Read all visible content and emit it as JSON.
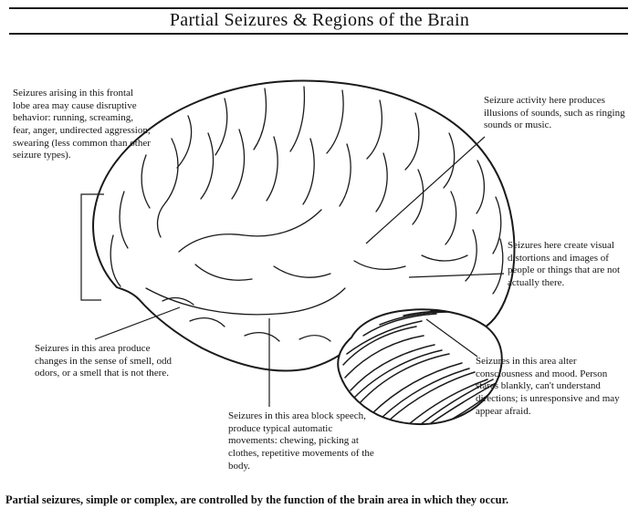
{
  "title": "Partial Seizures & Regions of the Brain",
  "annotations": {
    "frontal": "Seizures arising in this frontal lobe area may cause disruptive behavior: running, screaming, fear, anger, undirected aggression, swearing (less common than other seizure types).",
    "auditory": "Seizure activity here produces illusions of sounds, such as ringing sounds or music.",
    "visual": "Seizures here create visual distortions and images of people or things that are not actually there.",
    "smell": "Seizures in this area produce changes in the sense of smell, odd odors, or a smell that is not there.",
    "speech": "Seizures in this area block speech, produce typical automatic movements: chewing, picking at clothes, repetitive movements of the body.",
    "consciousness": "Seizures in this area alter consciousness and mood. Person stares blankly, can't understand directions; is unresponsive and may appear afraid."
  },
  "footer": "Partial seizures, simple or complex, are controlled by the function of the brain area in which they occur.",
  "colors": {
    "ink": "#1a1a1a",
    "background": "#ffffff"
  }
}
